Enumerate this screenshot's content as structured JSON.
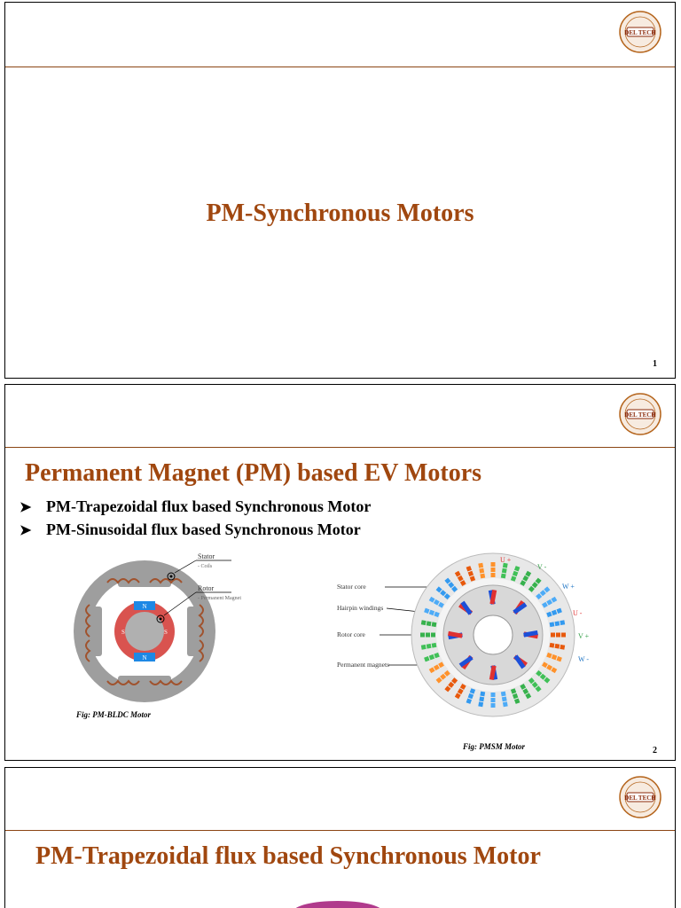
{
  "logo": {
    "text": "DEL TECH"
  },
  "slide1": {
    "title": "PM-Synchronous Motors",
    "page": "1"
  },
  "slide2": {
    "title": "Permanent Magnet (PM) based EV Motors",
    "bullets": [
      "PM-Trapezoidal flux based Synchronous Motor",
      "PM-Sinusoidal flux based Synchronous Motor"
    ],
    "bldc": {
      "labels": {
        "stator": "Stator",
        "coils": "- Coils",
        "rotor": "Rotor",
        "magnet": "- Permanent Magnet"
      },
      "poles": [
        "N",
        "S",
        "N",
        "S"
      ],
      "caption": "Fig: PM-BLDC Motor"
    },
    "pmsm": {
      "labels": [
        "Stator core",
        "Hairpin windings",
        "Rotor core",
        "Permanent magnets"
      ],
      "phases": [
        "U +",
        "V -",
        "W +",
        "U -",
        "V +",
        "W -"
      ],
      "caption": "Fig: PMSM Motor"
    },
    "page": "2"
  },
  "slide3": {
    "title": "PM-Trapezoidal flux based Synchronous Motor"
  },
  "colors": {
    "title": "#a0470f",
    "rotorRed": "#d9534f",
    "magnetBlue": "#2255cc"
  }
}
